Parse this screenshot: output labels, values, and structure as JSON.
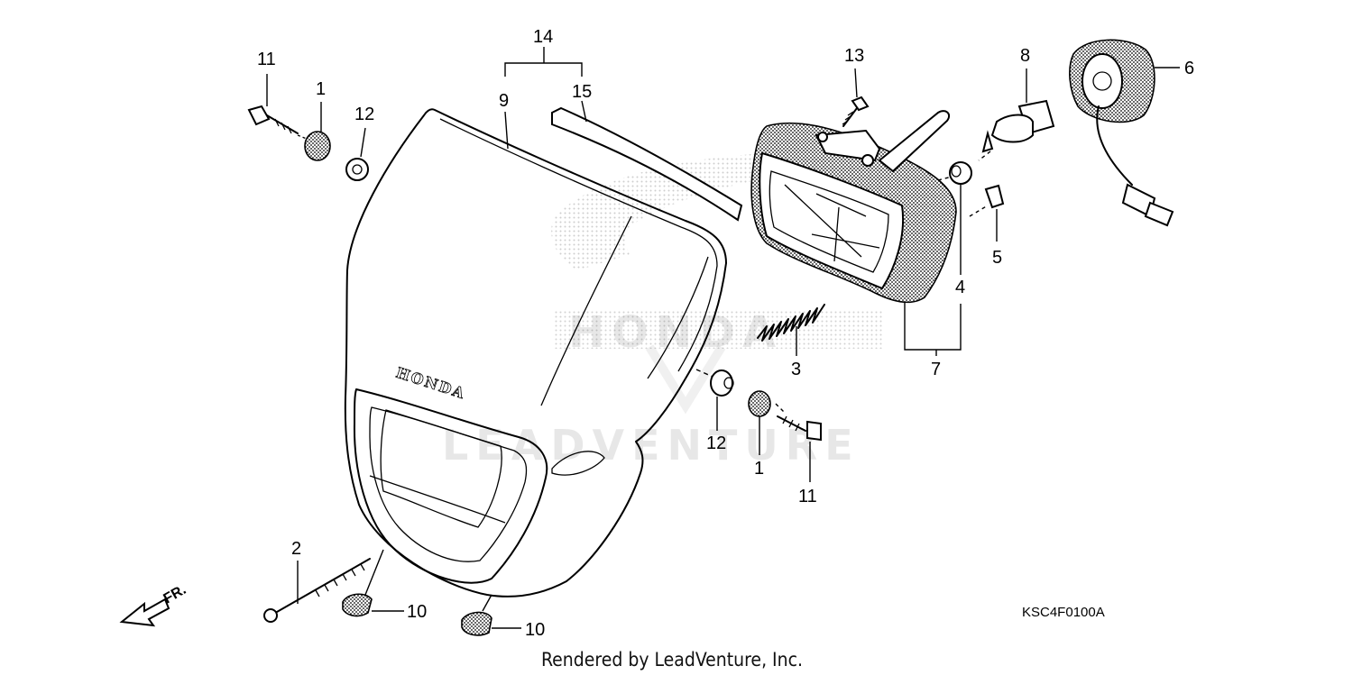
{
  "diagram": {
    "drawing_code": "KSC4F0100A",
    "footer": "Rendered by LeadVenture, Inc.",
    "watermark": {
      "brand": "HONDA",
      "vendor": "LEADVENTURE"
    },
    "brand_on_part": "HONDA",
    "direction_label": "FR.",
    "callouts": {
      "c1a": "1",
      "c1b": "1",
      "c2": "2",
      "c3": "3",
      "c4": "4",
      "c5": "5",
      "c6": "6",
      "c7": "7",
      "c8": "8",
      "c9": "9",
      "c10a": "10",
      "c10b": "10",
      "c11a": "11",
      "c11b": "11",
      "c12a": "12",
      "c12b": "12",
      "c13": "13",
      "c14": "14",
      "c15": "15"
    }
  }
}
